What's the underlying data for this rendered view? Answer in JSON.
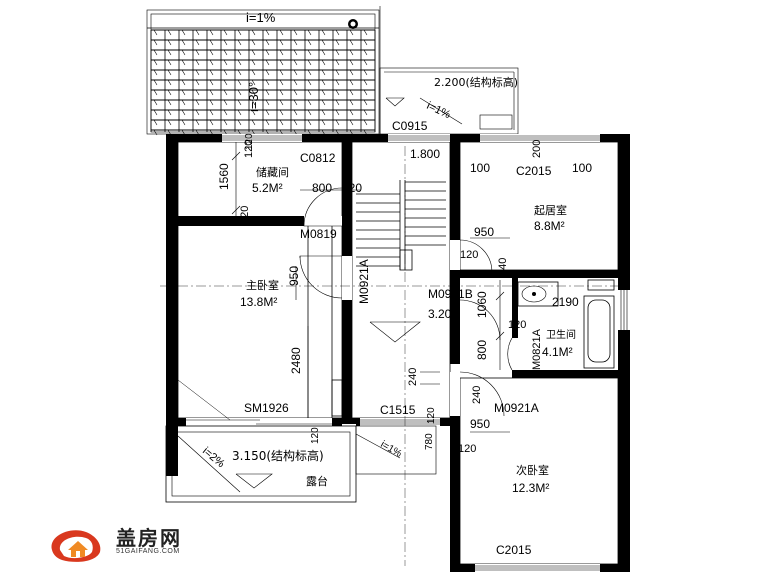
{
  "rooms": {
    "storage": {
      "name": "储藏间",
      "area": "5.2M²"
    },
    "master_bedroom": {
      "name": "主卧室",
      "area": "13.8M²"
    },
    "living": {
      "name": "起居室",
      "area": "8.8M²"
    },
    "bathroom": {
      "name": "卫生间",
      "area": "4.1M²"
    },
    "second_bedroom": {
      "name": "次卧室",
      "area": "12.3M²"
    },
    "terrace": {
      "name": "露台"
    }
  },
  "openings": {
    "c0915": "C0915",
    "c0812": "C0812",
    "c2015_top": "C2015",
    "c2015_bottom": "C2015",
    "c1515": "C1515",
    "m0819": "M0819",
    "m0921a_left": "M0921A",
    "m0921b": "M0921B",
    "m0821a": "M0821A",
    "m0921a_bottom": "M0921A",
    "sm1926": "SM1926"
  },
  "elevations": {
    "roof_right": "2.200(结构标高)",
    "stair_landing": "3.200",
    "terrace": "3.150(结构标高)",
    "level_1800": "1.800"
  },
  "slopes": {
    "roof_top": "i=1%",
    "roof_pitch": "i=30°",
    "roof_right": "i=1%",
    "terrace": "i=2%",
    "ledge": "i=1%"
  },
  "dimensions": {
    "d1560": "1560",
    "d120_a": "120",
    "d120_b": "120",
    "d120_c": "120",
    "d120_d": "120",
    "d120_e": "120",
    "d120_f": "120",
    "d120_g": "120",
    "d120_h": "120",
    "d120_i": "120",
    "d800_top": "800",
    "d950_left": "950",
    "d950_right": "950",
    "d950_bottom": "950",
    "d2480": "2480",
    "d240_a": "240",
    "d240_b": "240",
    "d240_c": "240",
    "d1060": "1060",
    "d800_right": "800",
    "d2190": "2190",
    "d100_a": "100",
    "d100_b": "100",
    "d200": "200",
    "d780": "780"
  },
  "logo": {
    "name": "盖房网",
    "url": "51GAIFANG.COM"
  },
  "colors": {
    "logo_red": "#d9381e",
    "logo_orange": "#f08a24",
    "line": "#000000"
  }
}
